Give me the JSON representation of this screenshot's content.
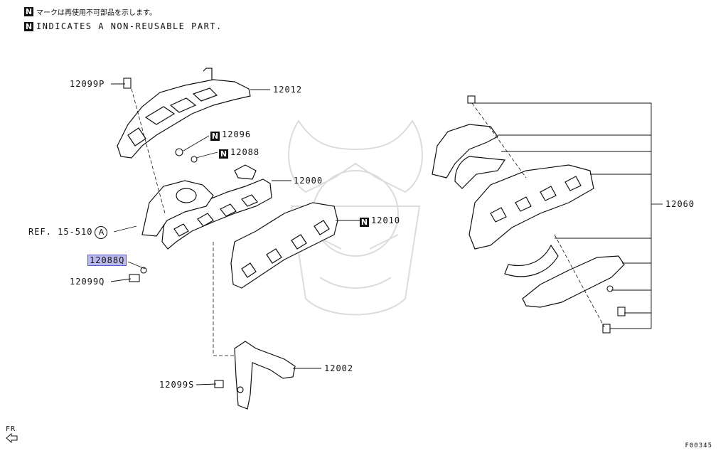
{
  "notes": {
    "jp_badge": "N",
    "jp_text": "マークは再使用不可部品を示します。",
    "en_badge": "N",
    "en_text": "INDICATES A NON-REUSABLE PART."
  },
  "callouts": {
    "p12099P": "12099P",
    "p12012": "12012",
    "p12096": "12096",
    "p12088": "12088",
    "p12000": "12000",
    "ref_prefix": "REF. 15-510",
    "ref_circle": "A",
    "p12010": "12010",
    "p12088Q": "12088Q",
    "p12099Q": "12099Q",
    "p12002": "12002",
    "p12099S": "12099S",
    "p12060": "12060",
    "n_mark": "N"
  },
  "colors": {
    "line": "#111111",
    "highlight": "#b9b9ef",
    "watermark": "#d9d9d9"
  },
  "footer": {
    "fr": "FR",
    "figure_code": "F00345"
  }
}
